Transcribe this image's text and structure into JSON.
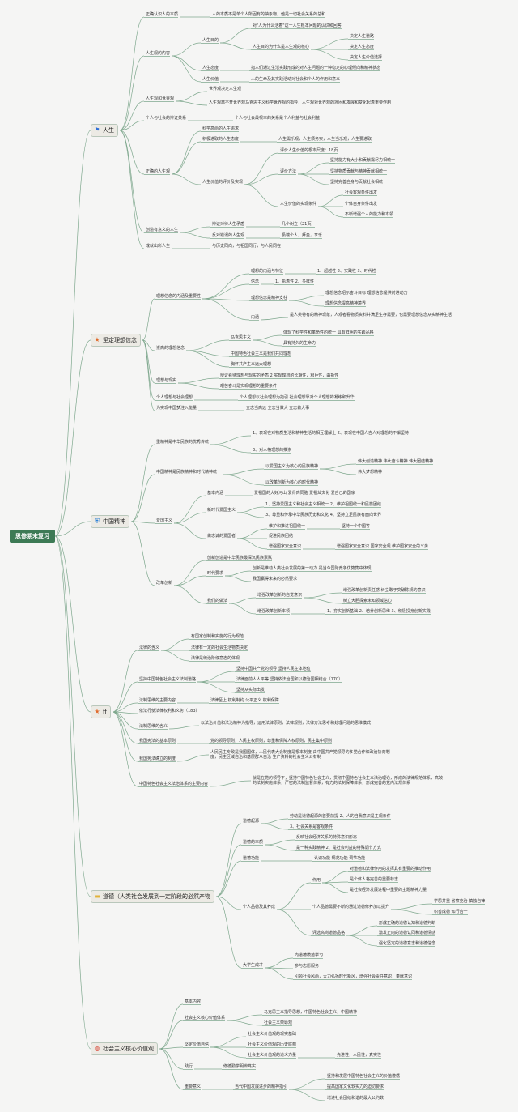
{
  "root": "思修期末复习",
  "icons": {
    "life": "flag-icon",
    "ideal": "star-icon",
    "spirit": "shield-icon",
    "law": "star-icon",
    "moral": "folder-icon",
    "values": "globe-icon"
  },
  "colors": {
    "root": "#3d7a55",
    "line": "#7fa88e",
    "branch_border": "#b9c7bb"
  },
  "b1": {
    "label": "人生",
    "a1": "正确认识人的本质",
    "a1v": "人的本质不是单个人所固有的抽象物，他是一切社会关系的总和",
    "a2": "人生观的内容",
    "a2m1": "人生目的",
    "a2m1a": "对\"人为什么活着\"这一人生根本问题的认识和回答",
    "a2m1b": "人生目的为什么是人生观的核心",
    "a2m1b1": "决定人生道路",
    "a2m1b2": "决定人生态度",
    "a2m1b3": "决定人生价值选择",
    "a2m2": "人生态度",
    "a2m2v": "指人们通过生活实践形成的对人生问题的一种稳定的心理倾向和精神状态",
    "a2m3": "人生价值",
    "a2m3v": "人的生命及其实践活动对社会和个人的作用和意义",
    "a3": "人生观和世界观",
    "a3a": "世界观决定人生观",
    "a3b": "人生观离不开世界观马克思主义科学世界观的指导，人生观对世界观的巩固和发展和变化起着重要作用",
    "a4": "个人与社会的辩证关系",
    "a4v": "个人与社会最根本的关系是个人利益与社会利益",
    "a5": "正确的人生观",
    "a5a": "科学高尚的人生追求",
    "a5b": "积极进取的人生态度",
    "a5bv": "人生需乐观，人生须务实，人生当乐观，人生要进取",
    "a5c": "人生价值的评价及实现",
    "a5c1": "评价人生价值的根本尺度：18页",
    "a5c2": "评价方法",
    "a5c2a": "坚持能力有大小和贡献需尽力相统一",
    "a5c2b": "坚持物质贡献与精神贡献相统一",
    "a5c2c": "坚持完善自身与贡献社会相统一",
    "a5c3": "人生价值的实现条件",
    "a5c3a": "社会客观条件出发",
    "a5c3b": "个体自身条件出发",
    "a5c3c": "不断增强个人的能力和本领",
    "a6": "创造有意义的人生",
    "a6a": "辩证对待人生矛盾",
    "a6av": "几个树立（21页）",
    "a6b": "反对错误的人生观",
    "a6bv": "极端个人，拜金，享乐",
    "a7": "成就出彩人生",
    "a7v": "与历史同向，与祖国同行，与人民同在"
  },
  "b2": {
    "label": "坚定理想信念",
    "a1": "理想信念的内涵及重要性",
    "a1a": "理想的内涵与特征",
    "a1av": "1、超越性 2、实践性 3、时代性",
    "a1b": "信念",
    "a1bv": "1、执着性 2、多样性",
    "a1c": "理想信念是精神支柱",
    "a1c1": "理想信念昭示奋斗目标 理想信念提供前进动力",
    "a1c2": "理想信念提高精神境界",
    "a1d": "内涵",
    "a1dv": "是人类特有的精神现象，人观者看物质资料并满足生存需要，也需要理想信念从实精神生活",
    "a2": "崇高的理想信念",
    "a2a": "马克思主义",
    "a2a1": "体现了科学性和革命性的统一 具有鲜明的实践品格",
    "a2a2": "具有持久的生命力",
    "a2b": "中国特色社会主义是我们共同理想",
    "a2c": "胸怀共产主义远大理想",
    "a3": "理想与现实",
    "a3a": "辩证看待理想与现实的矛盾 2 实现理想的长期性，艰巨性，曲折性",
    "a3b": "艰苦奋斗是实现理想的重要条件",
    "a4": "个人理想与社会理想",
    "a4v": "个人理想以社会理想为指引 社会理想靠对个人理想的凝练和升华",
    "a5": "为实现中国梦注入能量",
    "a5v": "立志当高远 立志当做大 立志做大事"
  },
  "b3": {
    "label": "中国精神",
    "a1": "重精神是中华民族的优秀传统",
    "a1a": "1、表现在对物质生活和精神生活的相互理解上 2、表现在中国人古人对理想的不懈坚持",
    "a1b": "3、对人格理想的推崇",
    "a2": "中国精神是民族精神和时代精神统一",
    "a2a": "以爱国主义为核心的民族精神",
    "a2a1": "伟大创造精神 伟大奋斗精神 伟大团结精神",
    "a2a2": "伟大梦想精神",
    "a2b": "以改革创新为核心的时代精神",
    "a3": "爱国主义",
    "a3a": "基本内涵",
    "a3av": "爱祖国的大好河山 爱骨肉同胞 爱祖灿文化 爱自己的国家",
    "a3b": "新时代爱国主义",
    "a3b1": "1、坚持爱国主义和社会主义相统一 2、维护祖国统一和民族团结",
    "a3b2": "3、尊重和传承中华民族历史和文化 4、坚持立足民族有面向世界",
    "a3c": "做忠诚的爱国者",
    "a3c1": "维护和推进祖国统一",
    "a3c1v": "坚持一个中国等",
    "a3c2": "促进民族团结",
    "a3c3": "增强国家安全意识",
    "a3c3v": "增强国家安全意识 国家安全观 维护国家安全的义务",
    "a4": "改革创新",
    "a4a": "创新创造是中华民族最深沉民族禀赋",
    "a4b": "时代要求",
    "a4b1": "创新是推动人类社会发展的第一动力 是当今国际竞争优势集中体现",
    "a4b2": "我国赢得未来的必然要求",
    "a4c": "我们的做法",
    "a4c1": "增强改革创新的自觉意识",
    "a4c1a": "增强改革创新责任感 树立敢于突破陈规的意识",
    "a4c1b": "树立大胆探索未知领域信心",
    "a4c2": "增强改革创新本领",
    "a4c2v": "1、夯实创新基础 2、培养创新思维 3、积极投身创新实践"
  },
  "b4": {
    "label": "ff",
    "a1": "法律的含义",
    "a1a": "有国家创制和实施的行为规范",
    "a1b": "法律有一定的社会生活物质决定",
    "a1c": "法律是统治阶级意志的体现",
    "a2": "坚持中国特色社会主义法制道路",
    "a2a": "坚持中国共产党的领导 坚持人民主体地位",
    "a2b": "法律面前人人平等 坚持依法治国和以德治国相结合（170）",
    "a2c": "坚持从实际出发",
    "a3": "法制思维的主要内容",
    "a3v": "法律至上 权利制约 公平正义 权利保障",
    "a4": "依法行使法律权利和义务（183）",
    "a5": "法制思维的含义",
    "a5v": "以法治价值和法治精神为指导，运用法律原则，法律规则，法律方法思考和处理问题的思维模式",
    "a6": "我国宪法的基本原则",
    "a6v": "党的领导原则，人民主权原则，尊重和保障人权原则，民主集中原则",
    "a7": "我国宪法确立的制度",
    "a7v": "人民民主专政是我国国体，人民代表大会制度是根本制度 由中国共产党领导的多党合作和政治协商制度，民主区域自治和基层群众自治 生产资料的社会主义公有制",
    "a8": "中国特色社会主义法治体系的主要内容",
    "a8v": "就是在党的领导下，坚持中国特色社会主义，贯彻中国特色社会主义法治理论，形成的法律规范体系，高效的法制实施体系，严密的法制监督体系，有力的法制保障体系，形成完善的党内法规体系"
  },
  "b5": {
    "label": "道德（人类社会发展到一定阶段的必然产物",
    "a1": "道德起源",
    "a1a": "劳动是道德起源的首要前提 2、人的自我意识是主观条件",
    "a1b": "3、社会关系是客观条件",
    "a2": "道德的本质",
    "a2a": "反映社会经济关系的特殊意识形态",
    "a2b": "是一种实践精神 2、是社会利益的特殊调节方式",
    "a3": "道德功能",
    "a3v": "认识功能 规范功能 调节功能",
    "a4": "个人品德及其养成",
    "a4a": "作用",
    "a4a1": "对道德和法律作用的发挥具有重要的推动作用",
    "a4a2": "是个体人格完善的重要标志",
    "a4a3": "是社会经济发展进程中重要的主题精神力量",
    "a4b": "个人品德需要不断的通过道德修养加以提升",
    "a4b1": "学思并重 省察克治 慎独自律",
    "a4b2": "积善成德 知行合一",
    "a4c": "评选高尚道德品格",
    "a4c1": "形成正确的道德认知和道德判断",
    "a4c2": "激发正向的道德认同和道德情感",
    "a4c3": "强化坚定的道德意志和道德信念",
    "a5": "大学生成才",
    "a5a": "向道德模范学习",
    "a5b": "参与志愿服务",
    "a5c": "引领社会风尚，大力弘扬时代新风，增强社会责任意识，奉献意识"
  },
  "b6": {
    "label": "社会主义核心价值观",
    "a1": "基本内容",
    "a2": "社会主义核心价值体系",
    "a2a": "马克思主义指导思想，中国特色社会主义，中国精神",
    "a2b": "社会主义荣辱观",
    "a3": "坚定价值自信",
    "a3a": "社会主义价值观的现实基础",
    "a3b": "社会主义价值观的历史底蕴",
    "a3c": "社会主义价值观的道义力量",
    "a3cv": "先进性，人民性，真实性",
    "a4": "践行",
    "a4v": "修德勤学明辨笃实",
    "a5": "重要意义",
    "a5v": "当代中国发展进步的精神指引",
    "a5a": "坚持和发展中国特色社会主义的价值遵循",
    "a5b": "提高国家文化软实力的迫切要求",
    "a5c": "增进社会团结和谐的最大公约数"
  }
}
